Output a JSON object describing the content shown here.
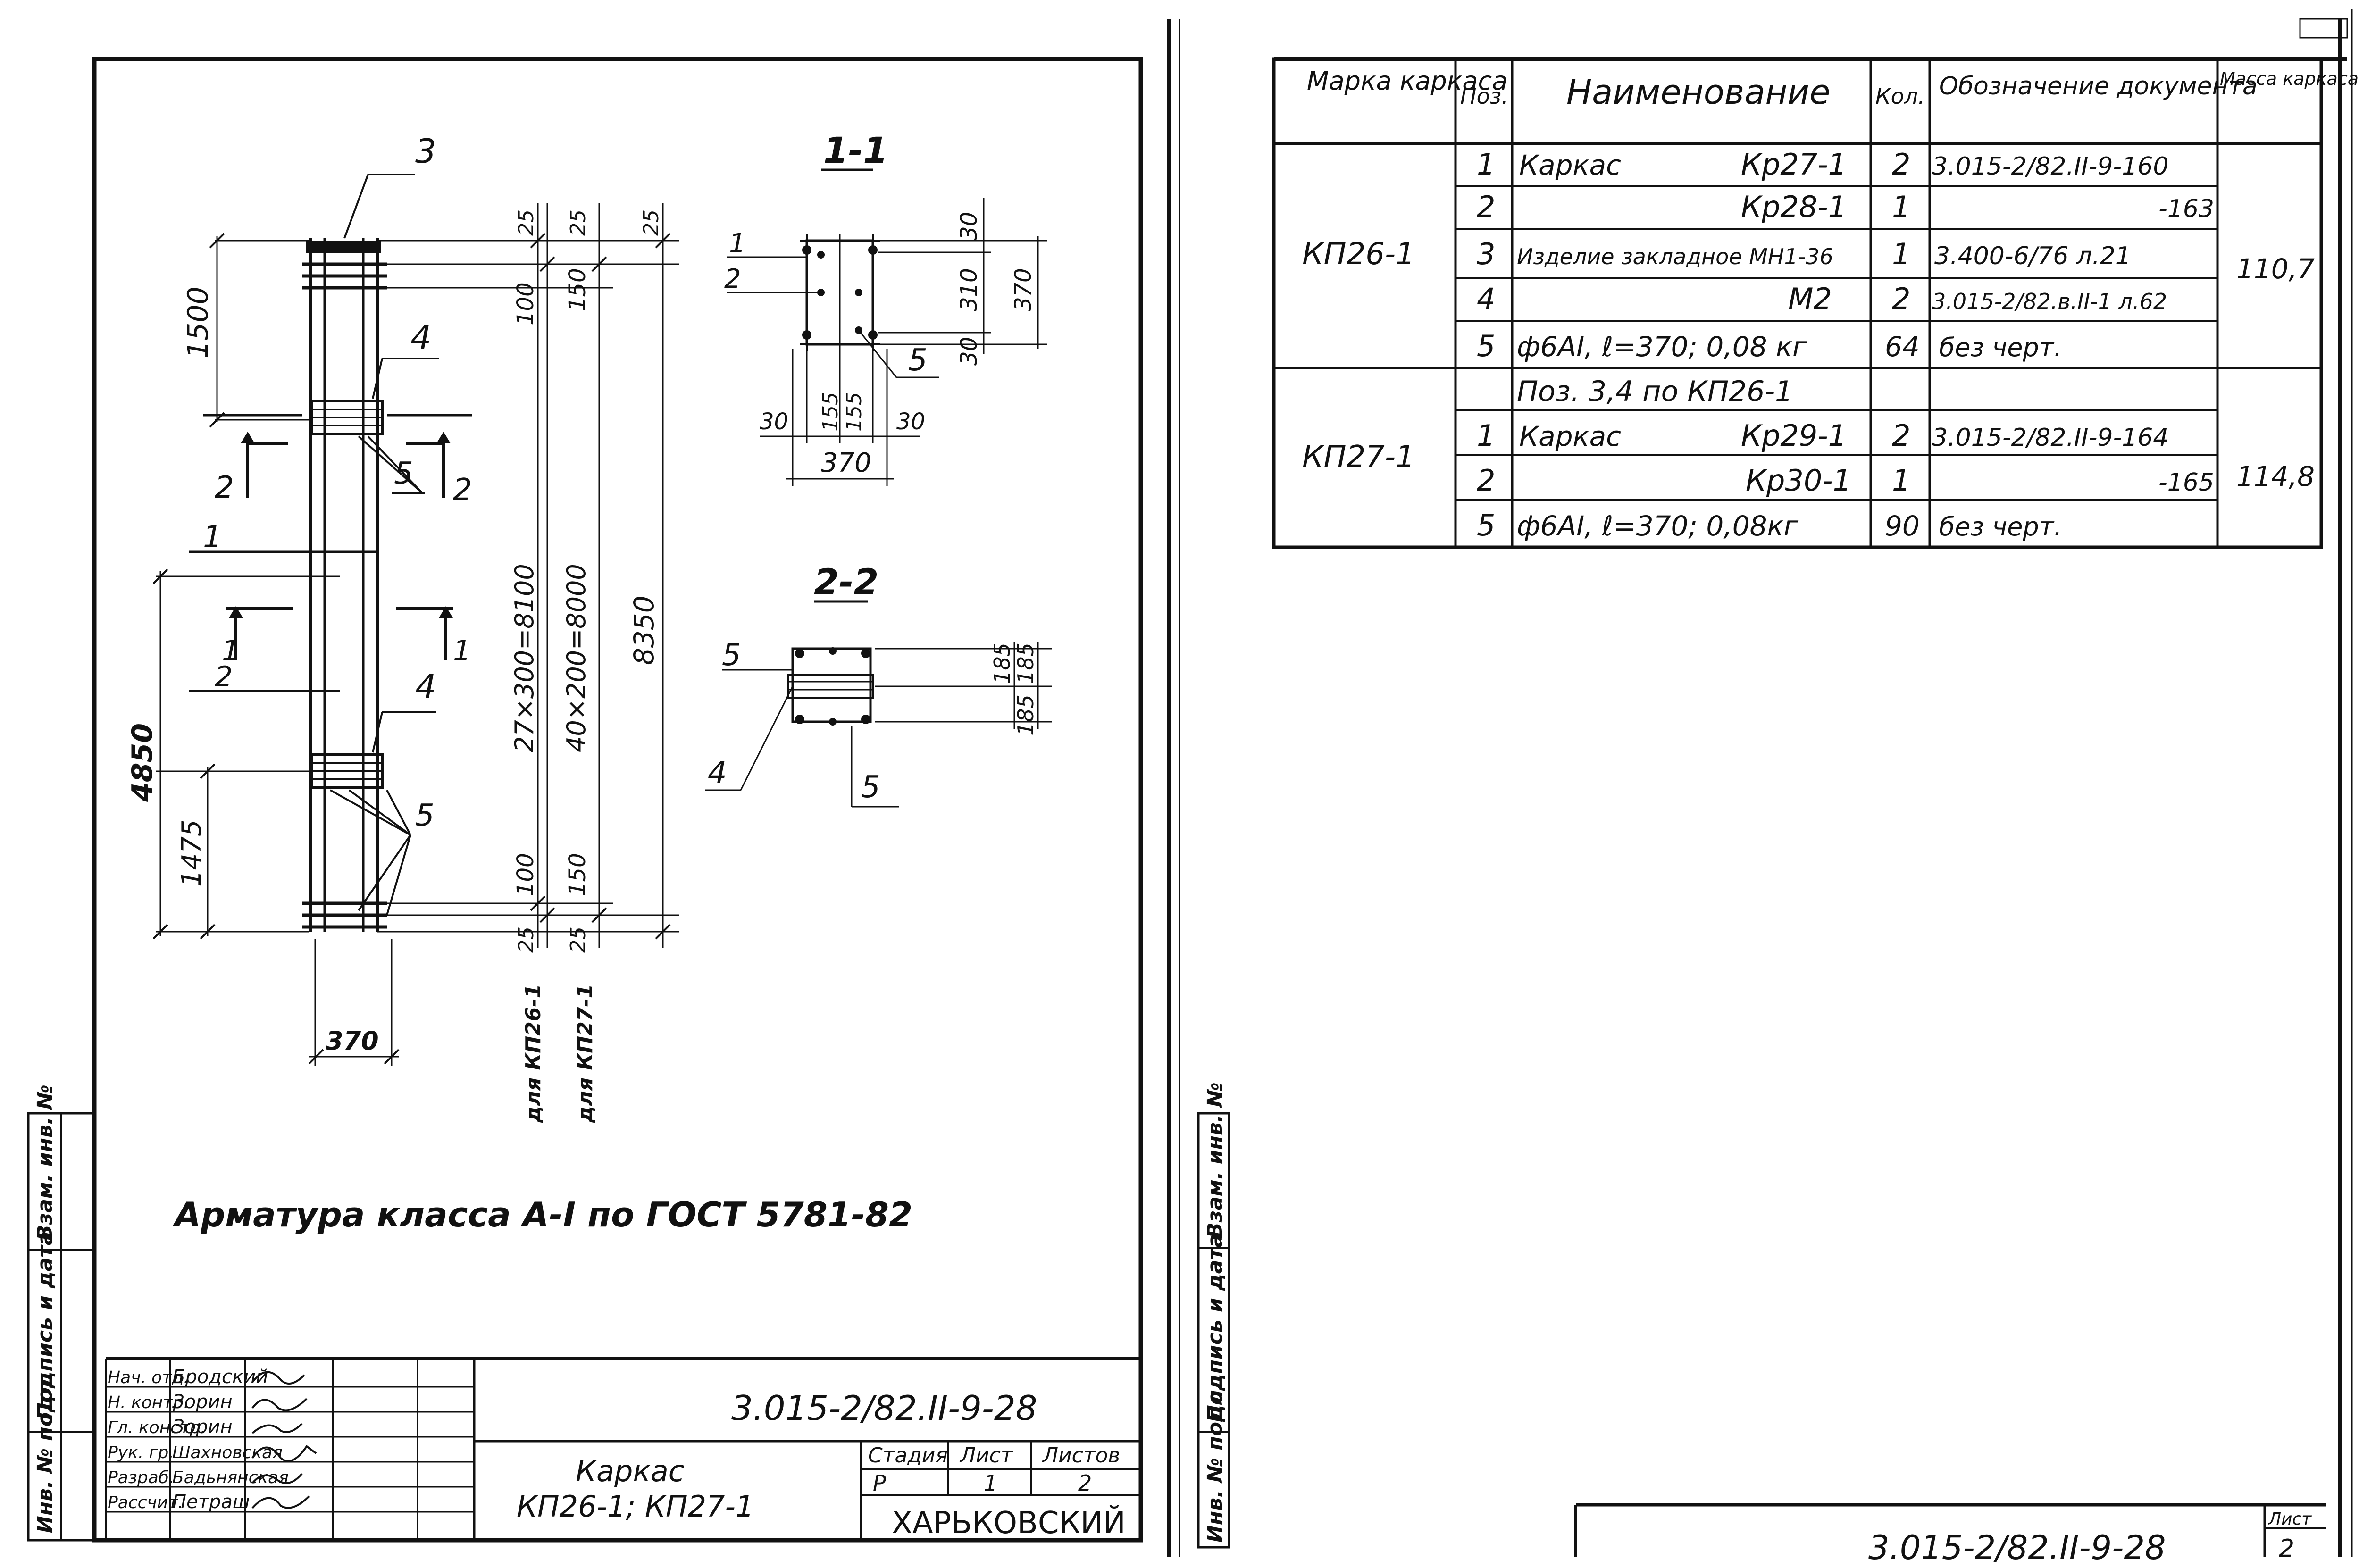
{
  "drawing": {
    "dim_top_1500": "1500",
    "dim_100": "100",
    "dim_25_a": "25",
    "dim_25_b": "25",
    "dim_25_c": "25",
    "dim_150_top": "150",
    "dim_27x300": "27×300=8100",
    "dim_40x200": "40×200=8000",
    "dim_8350": "8350",
    "dim_4850": "4850",
    "dim_1475": "1475",
    "dim_100_bot": "100",
    "dim_150_bot": "150",
    "dim_25_bot_a": "25",
    "dim_25_bot_b": "25",
    "dim_370": "370",
    "label_kp26": "для КП26-1",
    "label_kp27": "для КП27-1",
    "callouts": {
      "c1": "1",
      "c2": "2",
      "c3": "3",
      "c4a": "4",
      "c4b": "4",
      "c5a": "5",
      "c5b": "5"
    },
    "section_marks": {
      "s2a": "2",
      "s2b": "2",
      "s1a": "1",
      "s1b": "1",
      "s2c": "2"
    },
    "note": "Арматура класса А-I по ГОСТ 5781-82"
  },
  "section_1_1": {
    "title": "1-1",
    "d30a": "30",
    "d310": "310",
    "d30b": "30",
    "d370v": "370",
    "d30l": "30",
    "d155a": "155",
    "d155b": "155",
    "d30r": "30",
    "d370h": "370",
    "c1": "1",
    "c2": "2",
    "c5": "5"
  },
  "section_2_2": {
    "title": "2-2",
    "d185a": "185",
    "d185b": "185",
    "d185c": "185",
    "c5a": "5",
    "c4": "4",
    "c5b": "5"
  },
  "spec_table": {
    "headers": {
      "marka": "Марка каркаса",
      "poz": "Поз.",
      "name": "Наименование",
      "kol": "Кол.",
      "doc": "Обозначение документа",
      "mass": "Масса каркаса кг"
    },
    "groups": [
      {
        "marka": "КП26-1",
        "mass": "110,7",
        "rows": [
          {
            "poz": "1",
            "name": "Каркас",
            "name2": "Кр27-1",
            "kol": "2",
            "doc": "3.015-2/82.II-9-160"
          },
          {
            "poz": "2",
            "name": "",
            "name2": "Кр28-1",
            "kol": "1",
            "doc": "-163"
          },
          {
            "poz": "3",
            "name": "Изделие закладное МН1-36",
            "name2": "",
            "kol": "1",
            "doc": "3.400-6/76 л.21"
          },
          {
            "poz": "4",
            "name": "",
            "name2": "М2",
            "kol": "2",
            "doc": "3.015-2/82.в.II-1 л.62"
          },
          {
            "poz": "5",
            "name": "ф6АI, ℓ=370; 0,08 кг",
            "name2": "",
            "kol": "64",
            "doc": "без черт."
          }
        ]
      },
      {
        "marka": "КП27-1",
        "mass": "114,8",
        "rows": [
          {
            "poz": "",
            "name": "Поз. 3,4 по КП26-1",
            "name2": "",
            "kol": "",
            "doc": ""
          },
          {
            "poz": "1",
            "name": "Каркас",
            "name2": "Кр29-1",
            "kol": "2",
            "doc": "3.015-2/82.II-9-164"
          },
          {
            "poz": "2",
            "name": "",
            "name2": "Кр30-1",
            "kol": "1",
            "doc": "-165"
          },
          {
            "poz": "5",
            "name": "ф6АI, ℓ=370; 0,08кг",
            "name2": "",
            "kol": "90",
            "doc": "без черт."
          }
        ]
      }
    ]
  },
  "title_block": {
    "code": "3.015-2/82.II-9-28",
    "title_line1": "Каркас",
    "title_line2": "КП26-1; КП27-1",
    "stage_label": "Стадия",
    "sheet_label": "Лист",
    "sheets_label": "Листов",
    "stage": "Р",
    "sheet": "1",
    "sheets": "2",
    "org": "ХАРЬКОВСКИЙ",
    "signatures": [
      {
        "role": "Нач. отд.",
        "name": "Бродский"
      },
      {
        "role": "Н. контр.",
        "name": "Зорин"
      },
      {
        "role": "Гл. констр.",
        "name": "Зорин"
      },
      {
        "role": "Рук. гр.",
        "name": "Шахновская"
      },
      {
        "role": "Разраб.",
        "name": "Бадьнянская"
      },
      {
        "role": "Рассчит.",
        "name": "Петраш"
      }
    ]
  },
  "left_stamp": {
    "a": "Инв. № подл.",
    "b": "Подпись и дата",
    "c": "Взам. инв. №"
  },
  "right_stamp": {
    "a": "Инв. № подл.",
    "b": "Подпись и дата",
    "c": "Взам. инв. №"
  },
  "page2_footer": {
    "code": "3.015-2/82.II-9-28",
    "sheet_label": "Лист",
    "sheet": "2"
  }
}
